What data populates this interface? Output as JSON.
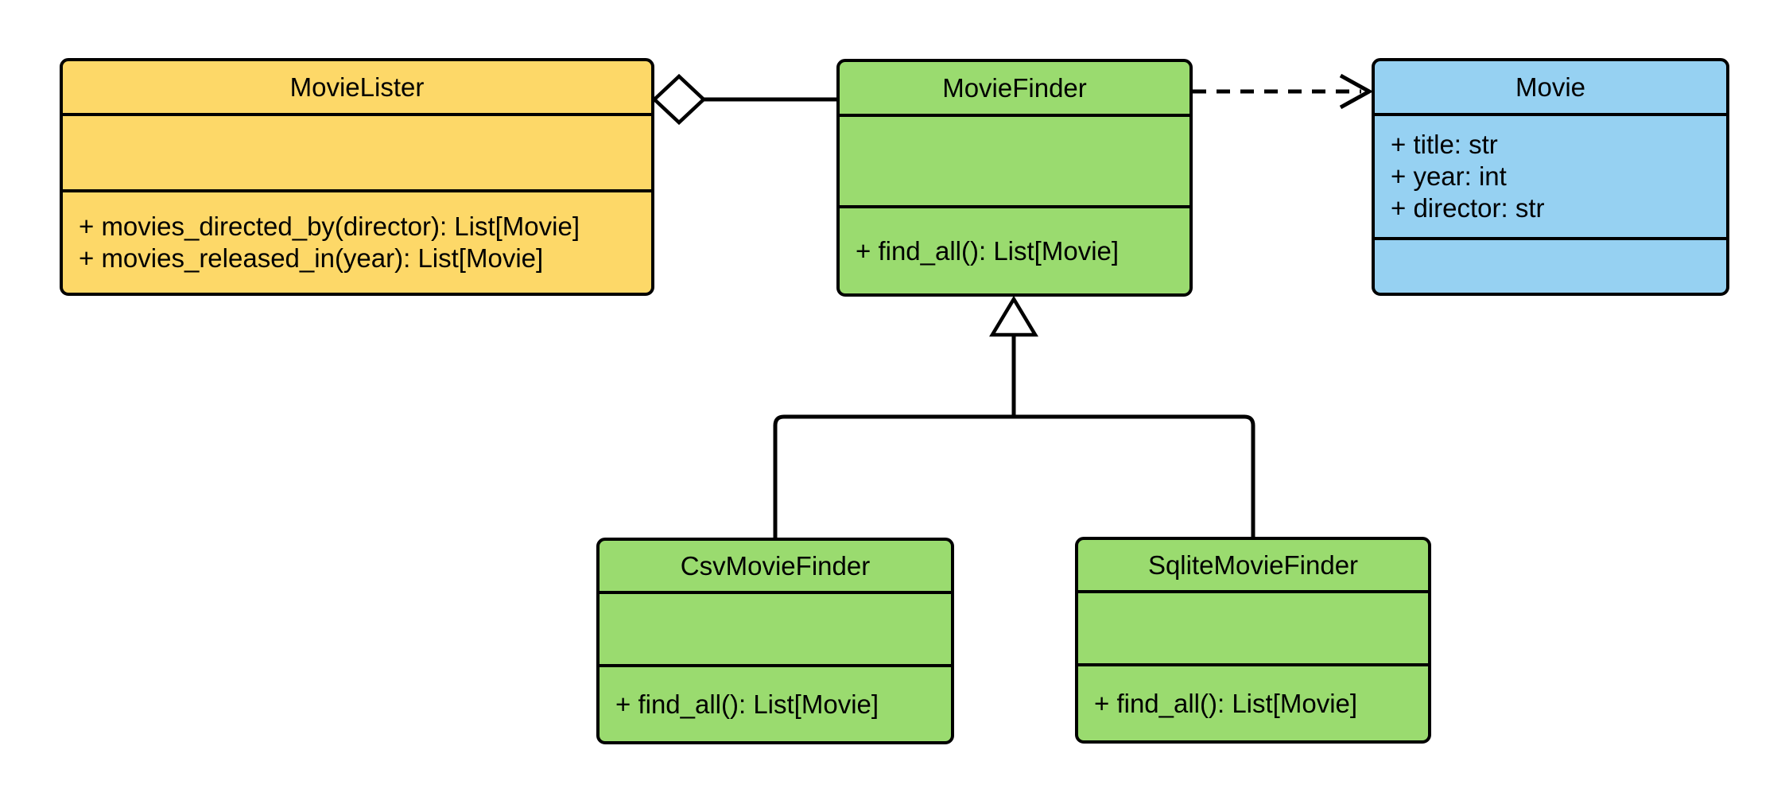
{
  "classes": [
    {
      "name": "MovieLister",
      "fill": "yellow",
      "attributes": [],
      "methods": [
        "+ movies_directed_by(director): List[Movie]",
        "+ movies_released_in(year): List[Movie]"
      ]
    },
    {
      "name": "MovieFinder",
      "fill": "green",
      "attributes": [],
      "methods": [
        "+ find_all(): List[Movie]"
      ]
    },
    {
      "name": "Movie",
      "fill": "blue",
      "attributes": [
        "+ title: str",
        "+ year: int",
        "+ director: str"
      ],
      "methods": []
    },
    {
      "name": "CsvMovieFinder",
      "fill": "green",
      "attributes": [],
      "methods": [
        "+ find_all(): List[Movie]"
      ]
    },
    {
      "name": "SqliteMovieFinder",
      "fill": "green",
      "attributes": [],
      "methods": [
        "+ find_all(): List[Movie]"
      ]
    }
  ],
  "relationships": [
    {
      "type": "aggregation",
      "from": "MovieLister",
      "to": "MovieFinder",
      "marker": "hollow-diamond",
      "line": "solid"
    },
    {
      "type": "dependency",
      "from": "MovieFinder",
      "to": "Movie",
      "marker": "open-arrow",
      "line": "dashed"
    },
    {
      "type": "inheritance",
      "from": "CsvMovieFinder",
      "to": "MovieFinder",
      "marker": "hollow-triangle",
      "line": "solid"
    },
    {
      "type": "inheritance",
      "from": "SqliteMovieFinder",
      "to": "MovieFinder",
      "marker": "hollow-triangle",
      "line": "solid"
    }
  ],
  "colors": {
    "yellow": "#FDD868",
    "green": "#9ADB6F",
    "blue": "#96D1F2",
    "line": "#000000",
    "text": "#000000",
    "background": "#FFFFFF"
  }
}
